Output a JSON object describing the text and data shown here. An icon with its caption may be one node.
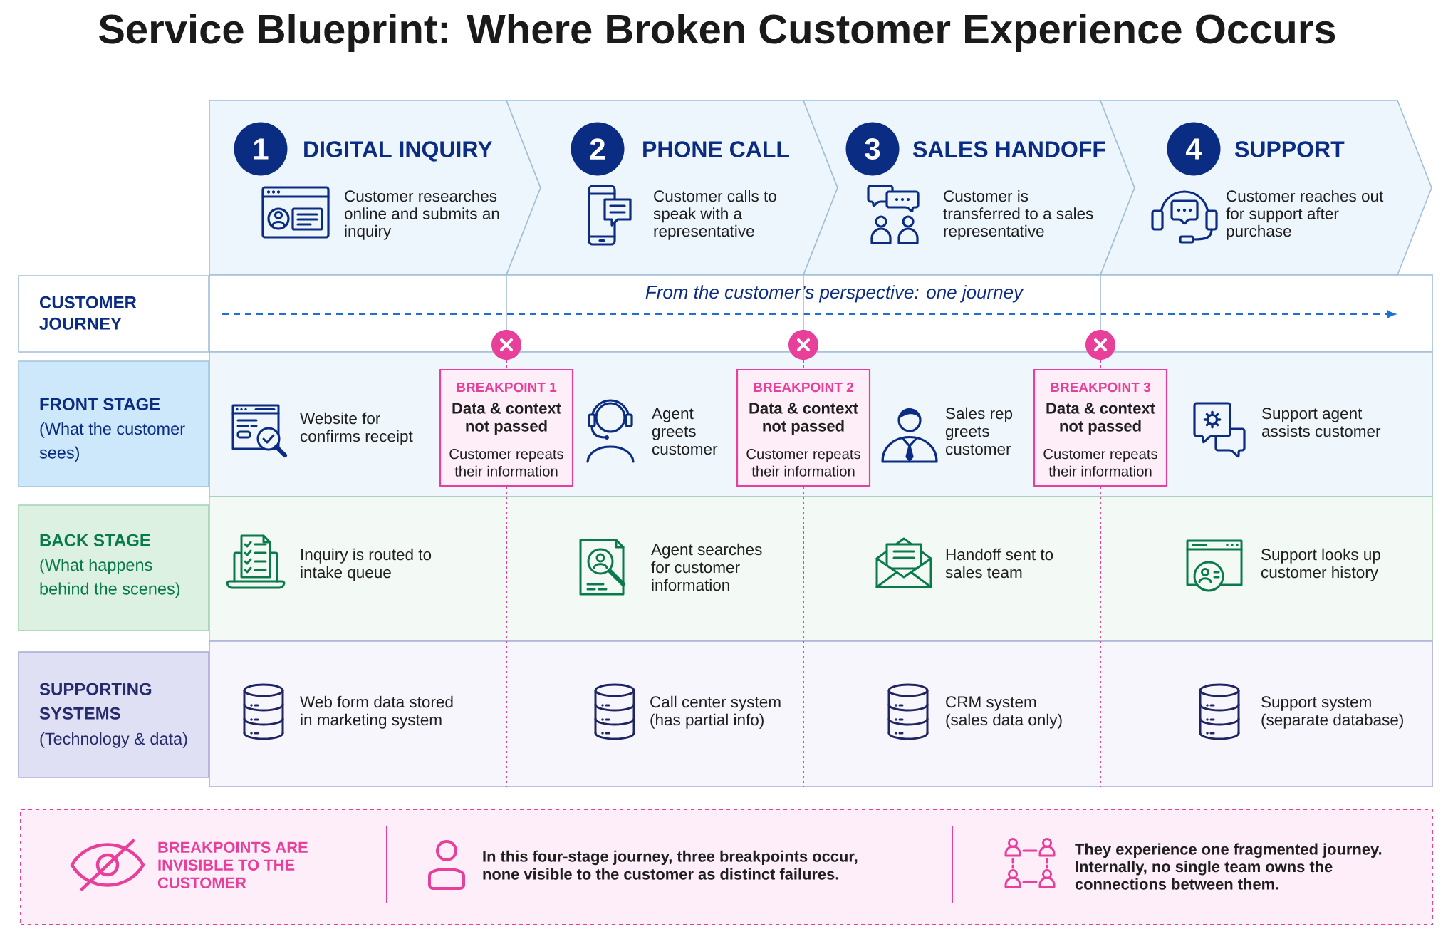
{
  "diagram": {
    "title": "Service Blueprint: Where Broken Customer Experience Occurs",
    "nodes": [
      {
        "text": [
          "DIGITAL INQUIRY",
          "Customer researches online and submits an inquiry"
        ]
      },
      {
        "text": [
          "1"
        ],
        "in": 0
      },
      {
        "text": [
          "PHONE CALL",
          "Customer calls to speak with a representative"
        ]
      },
      {
        "text": [
          "2"
        ],
        "in": 2
      },
      {
        "text": [
          "SALES HANDOFF",
          "Customer is transferred to a sales representative"
        ]
      },
      {
        "text": [
          "3"
        ],
        "in": 4
      },
      {
        "text": [
          "SUPPORT",
          "Customer reaches out for support after purchase"
        ]
      },
      {
        "text": [
          "4"
        ],
        "in": 6
      },
      {
        "text": [
          "CUSTOMER JOURNEY"
        ]
      },
      {
        "text": [
          "From the customer’s perspective: one journey"
        ]
      },
      {
        "text": [
          "FRONT STAGE",
          "(What the customer sees)"
        ]
      },
      {
        "text": [
          "Website for confirms receipt",
          "Agent greets customer",
          "Sales rep greets customer",
          "Support agent assists customer"
        ]
      },
      {
        "text": [
          "BREAKPOINT 1",
          "Data & context not passed",
          "Customer repeats their information"
        ],
        "in": 11
      },
      {
        "text": [
          "BREAKPOINT 2",
          "Data & context not passed",
          "Customer repeats their information"
        ],
        "in": 11
      },
      {
        "text": [
          "BREAKPOINT 3",
          "Data & context not passed",
          "Customer repeats their information"
        ],
        "in": 11
      },
      {
        "text": [
          "BACK STAGE",
          "(What happens behind the scenes)"
        ]
      },
      {
        "text": [
          "Inquiry is routed to intake queue",
          "Agent searches for customer information",
          "Handoff sent to sales team",
          "Support looks up customer history"
        ]
      },
      {
        "text": [
          "SUPPORTING SYSTEMS",
          "(Technology & data)"
        ]
      },
      {
        "text": [
          "Web form data stored in marketing system",
          "Call center system (has partial info)",
          "CRM system (sales data only)",
          "Support system (separate database)"
        ]
      },
      {
        "text": [
          "BREAKPOINTS ARE INVISIBLE TO THE CUSTOMER",
          "In this four-stage journey, three breakpoints occur, none visible to the customer as distinct failures.",
          "They experience one fragmented journey. Internally, no single team owns the connections between them."
        ]
      }
    ]
  }
}
